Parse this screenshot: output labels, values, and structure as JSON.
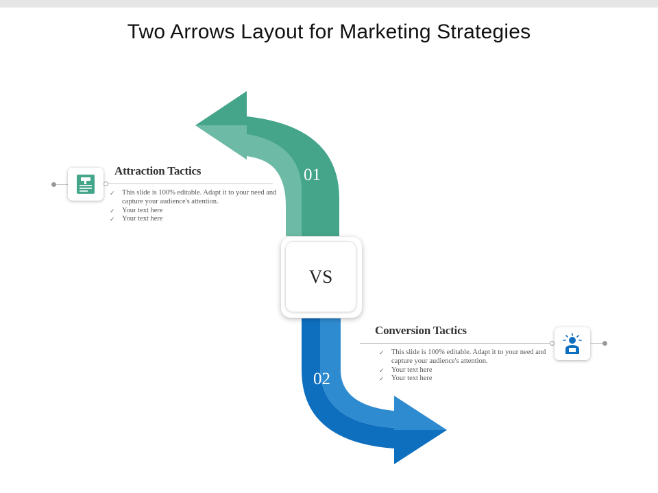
{
  "title": "Two Arrows Layout for Marketing Strategies",
  "center_label": "VS",
  "colors": {
    "green_dark": "#45a58a",
    "green_light": "#6dbaa6",
    "blue_dark": "#0f6fbf",
    "blue_light": "#2f8bd0"
  },
  "arrows": [
    {
      "number": "01",
      "direction": "up-left",
      "color": "green"
    },
    {
      "number": "02",
      "direction": "down-right",
      "color": "blue"
    }
  ],
  "sections": [
    {
      "heading": "Attraction Tactics",
      "icon": "document-hammer-icon",
      "bullets": [
        "This slide is 100% editable. Adapt it to your need and capture your audience's attention.",
        "Your text here",
        "Your text here"
      ]
    },
    {
      "heading": "Conversion Tactics",
      "icon": "person-idea-icon",
      "bullets": [
        "This slide is 100% editable. Adapt it to your need and capture your audience's attention.",
        "Your text here",
        "Your text here"
      ]
    }
  ]
}
